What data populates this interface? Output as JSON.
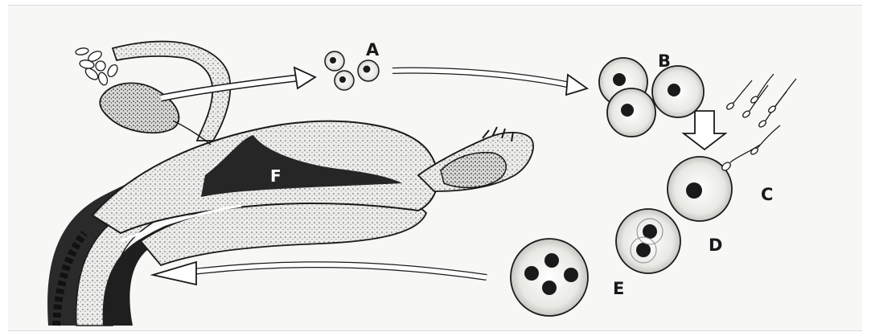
{
  "labels": {
    "a": "A",
    "b": "B",
    "c": "C",
    "d": "D",
    "e": "E",
    "f": "F"
  },
  "colors": {
    "ink": "#1a1a1a",
    "tissue": "#e9e9e6",
    "cavity": "#262626",
    "paper": "#f7f7f5"
  }
}
